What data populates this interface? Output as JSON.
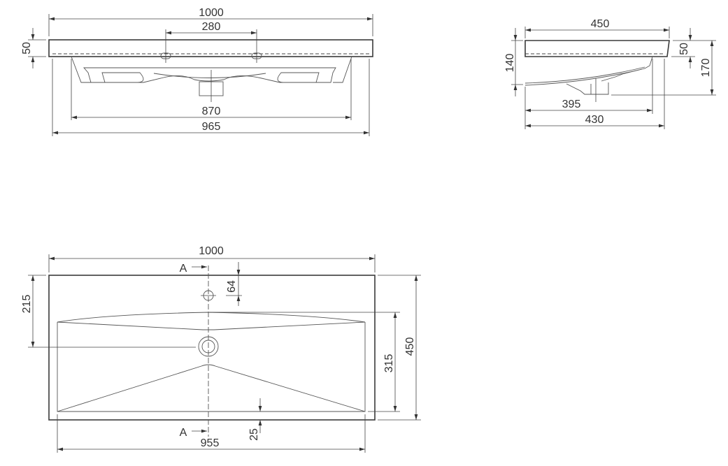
{
  "front_view": {
    "width_total": "1000",
    "tap_hole_spacing": "280",
    "slab_thickness": "50",
    "body_width": "870",
    "bottom_width": "965"
  },
  "side_view": {
    "depth_total": "450",
    "height_front": "140",
    "slab_thickness": "50",
    "height_total": "170",
    "drain_offset": "395",
    "body_depth": "430"
  },
  "plan_view": {
    "width_total": "1000",
    "section_marker": "A",
    "tap_hole_offset": "64",
    "drain_offset": "215",
    "basin_depth": "315",
    "depth_total": "450",
    "front_rim": "25",
    "basin_width": "955"
  }
}
